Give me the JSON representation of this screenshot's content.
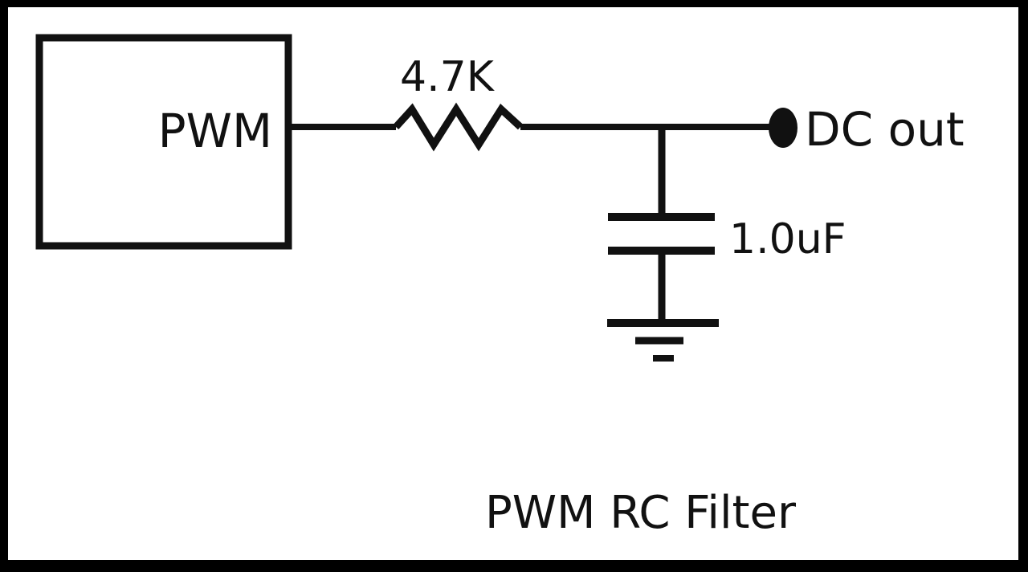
{
  "diagram": {
    "title": "PWM RC Filter",
    "source_block": {
      "label": "PWM"
    },
    "resistor": {
      "value_label": "4.7K"
    },
    "capacitor": {
      "value_label": "1.0uF"
    },
    "output": {
      "label": "DC out"
    },
    "ground": {
      "label": ""
    },
    "colors": {
      "line": "#111111",
      "background": "#ffffff",
      "frame": "#000000"
    }
  }
}
